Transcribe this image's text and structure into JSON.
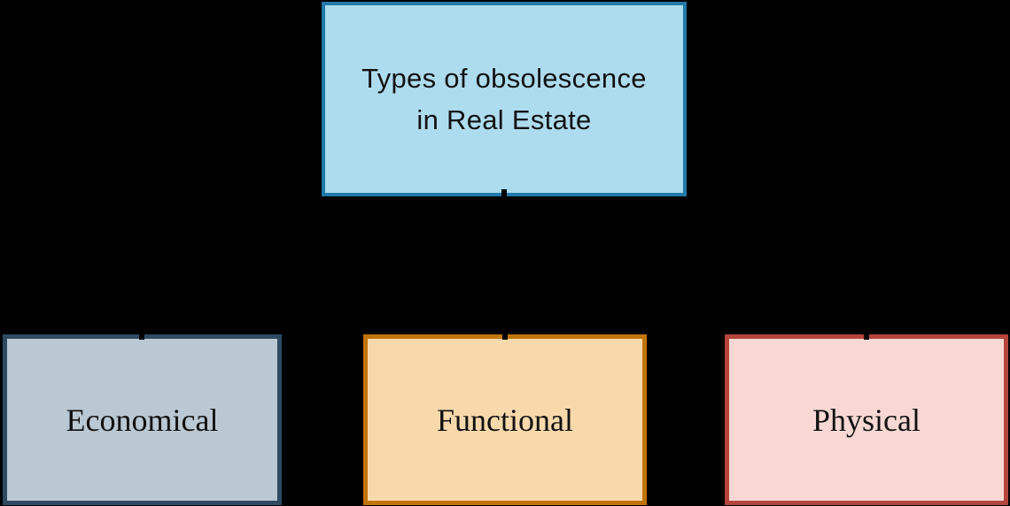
{
  "canvas": {
    "background": "#000000"
  },
  "root_node": {
    "label": "Types of obsolescence in Real Estate",
    "lines": [
      "Types of obsolescence",
      "in Real Estate"
    ],
    "fill": "#AEDCEF",
    "border_color": "#1F7AA8",
    "text_color": "#111111"
  },
  "child_nodes": [
    {
      "label": "Economical",
      "fill": "#BAC8D3",
      "border_color": "#2E4A63"
    },
    {
      "label": "Functional",
      "fill": "#F8D9AC",
      "border_color": "#C17408"
    },
    {
      "label": "Physical",
      "fill": "#F9D8D4",
      "border_color": "#B4453C"
    }
  ],
  "connectors": {
    "color": "#000000"
  }
}
